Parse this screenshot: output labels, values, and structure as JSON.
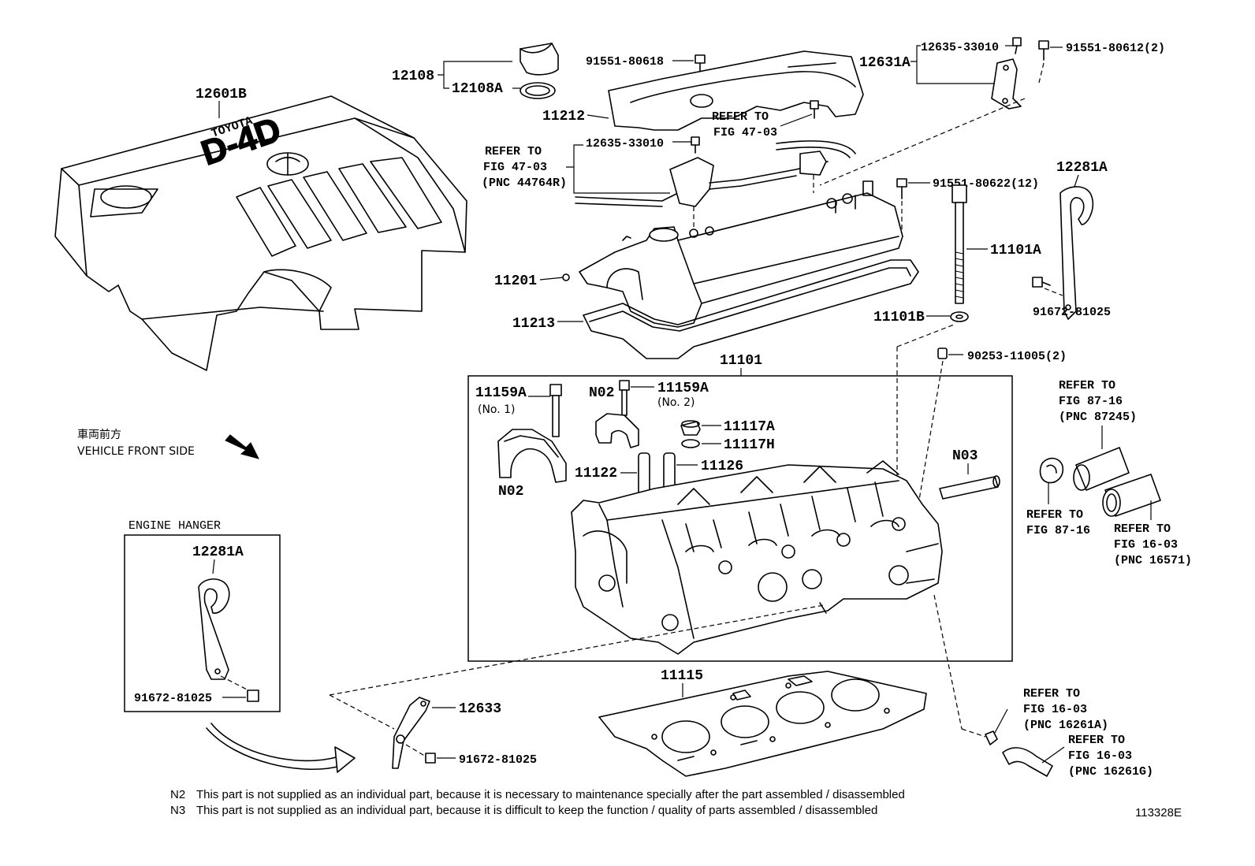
{
  "parts": {
    "p12601B": "12601B",
    "p12108": "12108",
    "p12108A": "12108A",
    "p91551_80618": "91551-80618",
    "p11212": "11212",
    "p12635_33010_a": "12635-33010",
    "p12635_33010_b": "12635-33010",
    "p12631A": "12631A",
    "p91551_80612": "91551-80612(2)",
    "p91551_80622": "91551-80622(12)",
    "p12281A_top": "12281A",
    "p11101A": "11101A",
    "p11201": "11201",
    "p11213": "11213",
    "p11101B": "11101B",
    "p91672_81025_top": "91672-81025",
    "p90253_11005": "90253-11005(2)",
    "p11101": "11101",
    "p11159A_1": "11159A",
    "p11159A_2": "11159A",
    "p11117A": "11117A",
    "p11117H": "11117H",
    "p11122": "11122",
    "p11126": "11126",
    "p11115": "11115",
    "p12633": "12633",
    "p91672_81025_bottom": "91672-81025",
    "p12281A_hanger": "12281A",
    "p91672_81025_hanger": "91672-81025"
  },
  "sublabels": {
    "no1": "(No. 1)",
    "no2": "(No. 2)",
    "n02_left": "N02",
    "n02_bolt": "N02",
    "n03": "N03"
  },
  "refs": {
    "fig4703_top": [
      "REFER TO",
      "FIG 47-03"
    ],
    "fig4703_pnc": [
      "REFER TO",
      "FIG 47-03",
      "(PNC 44764R)"
    ],
    "fig8716_pnc": [
      "REFER TO",
      "FIG 87-16",
      "(PNC 87245)"
    ],
    "fig8716": [
      "REFER TO",
      "FIG 87-16"
    ],
    "fig1603_pnc16571": [
      "REFER TO",
      "FIG 16-03",
      "(PNC 16571)"
    ],
    "fig1603_pnc16261A": [
      "REFER TO",
      "FIG 16-03",
      "(PNC 16261A)"
    ],
    "fig1603_pnc16261G": [
      "REFER TO",
      "FIG 16-03",
      "(PNC 16261G)"
    ]
  },
  "cover": {
    "brand": "TOYOTA",
    "model": "D-4D"
  },
  "orientation": {
    "japanese": "車両前方",
    "english": "VEHICLE FRONT SIDE"
  },
  "hanger_box": {
    "title": "ENGINE HANGER"
  },
  "notes": {
    "n2_code": "N2",
    "n2_text": "This part is not supplied as an individual part, because it is necessary to maintenance specially after the part assembled / disassembled",
    "n3_code": "N3",
    "n3_text": "This part is not supplied as an individual part, because it is difficult to keep the function / quality of parts  assembled / disassembled"
  },
  "illustration_id": "113328E"
}
